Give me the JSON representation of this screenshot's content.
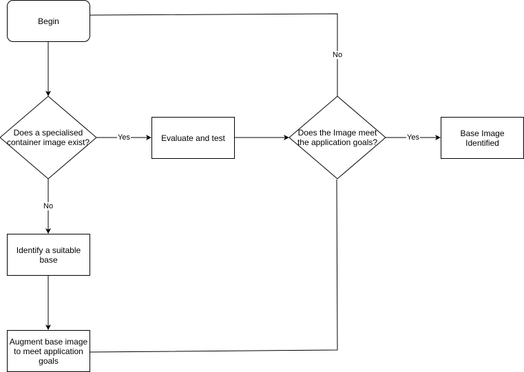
{
  "nodes": {
    "begin": "Begin",
    "decision_exists": "Does a specialised container image exist?",
    "evaluate": "Evaluate and test",
    "decision_meets": "Does the Image meet the application goals?",
    "identified": "Base Image Identified",
    "identify_base": "Identify a suitable base",
    "augment": "Augment base image to meet application goals"
  },
  "edges": {
    "exists_yes": "Yes",
    "exists_no": "No",
    "meets_yes": "Yes",
    "meets_no": "No"
  },
  "colors": {
    "stroke": "#000000",
    "fill": "#ffffff"
  }
}
